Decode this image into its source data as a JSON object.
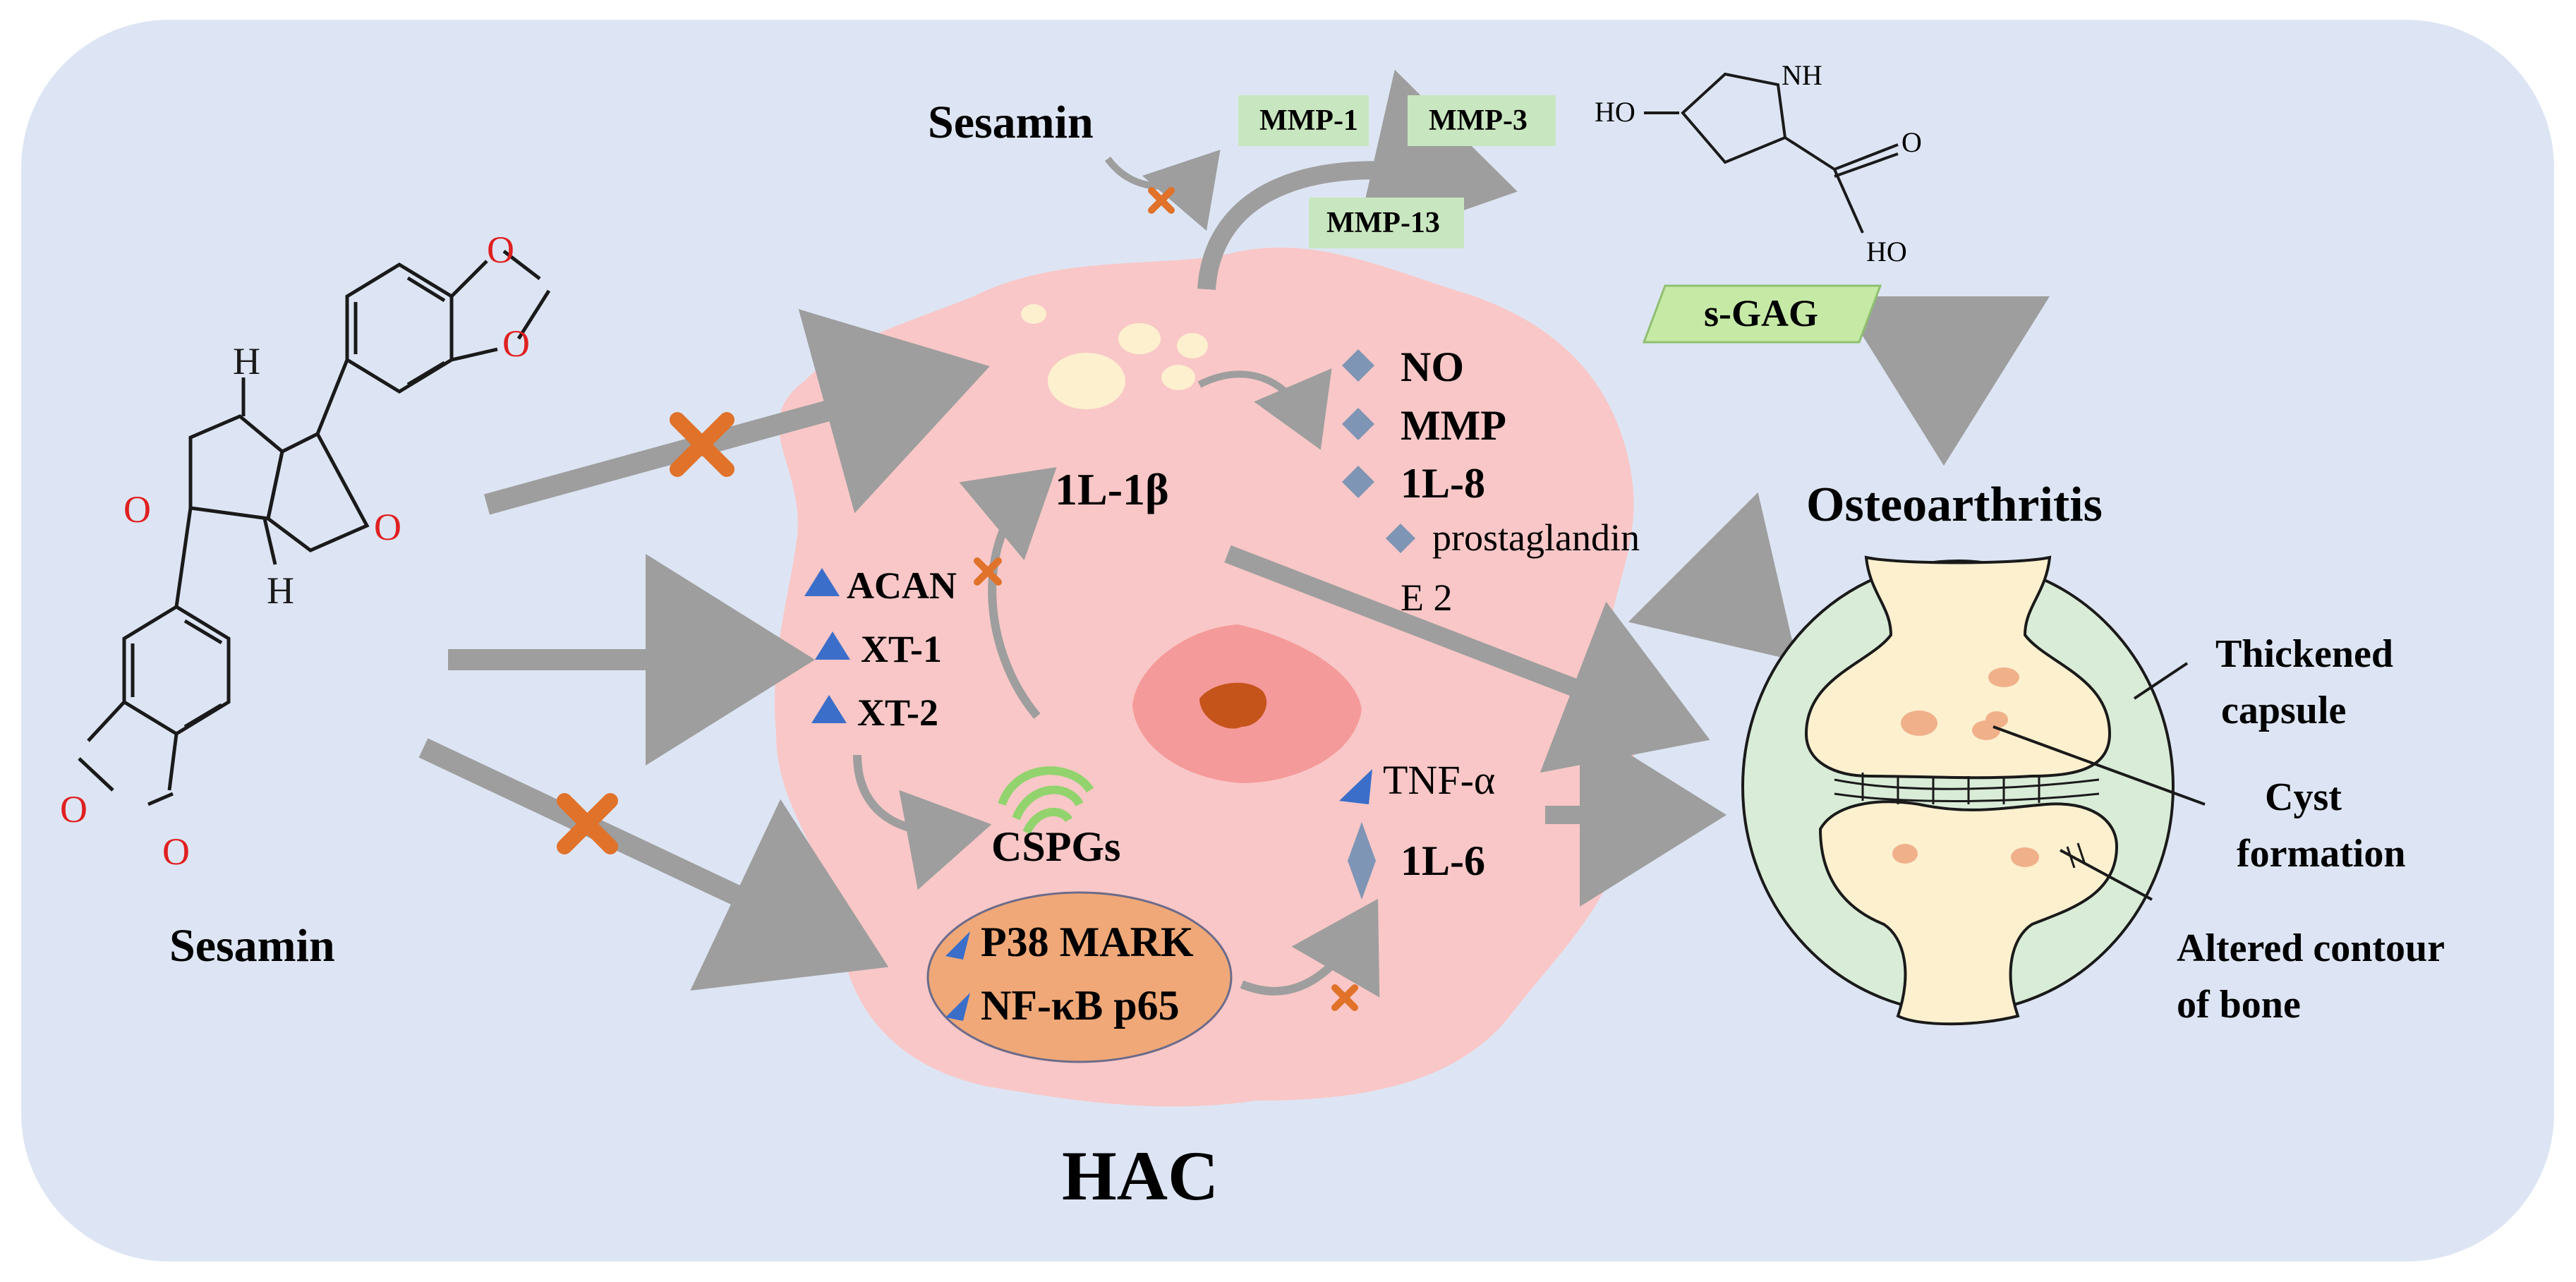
{
  "colors": {
    "background_panel": "#dde5f4",
    "cell": "#f9c7c7",
    "nucleus_outer": "#f59a9a",
    "nucleus_core": "#c4541a",
    "arrow": "#9e9e9e",
    "inhibit": "#e0722a",
    "triangle_marker": "#3b6ec9",
    "diamond_marker": "#7f95b5",
    "mmp_box": "#c8e6bf",
    "sgag_box": "#c6eaa6",
    "cspg_green": "#92d36e",
    "joint_capsule": "#d9ecd7",
    "bone": "#fdf0cf",
    "signal_ellipse": "#f0a878",
    "oxygen_red": "#e02020"
  },
  "labels": {
    "sesamin_top": "Sesamin",
    "sesamin_bottom": "Sesamin",
    "mmp1": "MMP-1",
    "mmp3": "MMP-3",
    "mmp13": "MMP-13",
    "sgag": "s-GAG",
    "hac": "HAC",
    "il1b": "1L-1β",
    "cspgs": "CSPGs",
    "tnfa": "TNF-α",
    "il6": "1L-6",
    "p38": "P38 MARK",
    "nfkb": "NF-κB p65",
    "osteoarthritis": "Osteoarthritis",
    "thickened": "Thickened",
    "capsule": "capsule",
    "cyst": "Cyst",
    "formation": "formation",
    "altered_contour": "Altered contour",
    "of_bone": "of bone"
  },
  "mediators": [
    "NO",
    "MMP",
    "1L-8"
  ],
  "mediator_prostaglandin": "prostaglandin",
  "mediator_e2": "E 2",
  "genes": [
    "ACAN",
    "XT-1",
    "XT-2"
  ],
  "chem": {
    "sesamin_H_top": "H",
    "sesamin_H_bottom": "H",
    "oxygen": "O",
    "hyp_ho": "HO",
    "hyp_nh": "NH",
    "hyp_o": "O",
    "hyp_ho2": "HO"
  }
}
